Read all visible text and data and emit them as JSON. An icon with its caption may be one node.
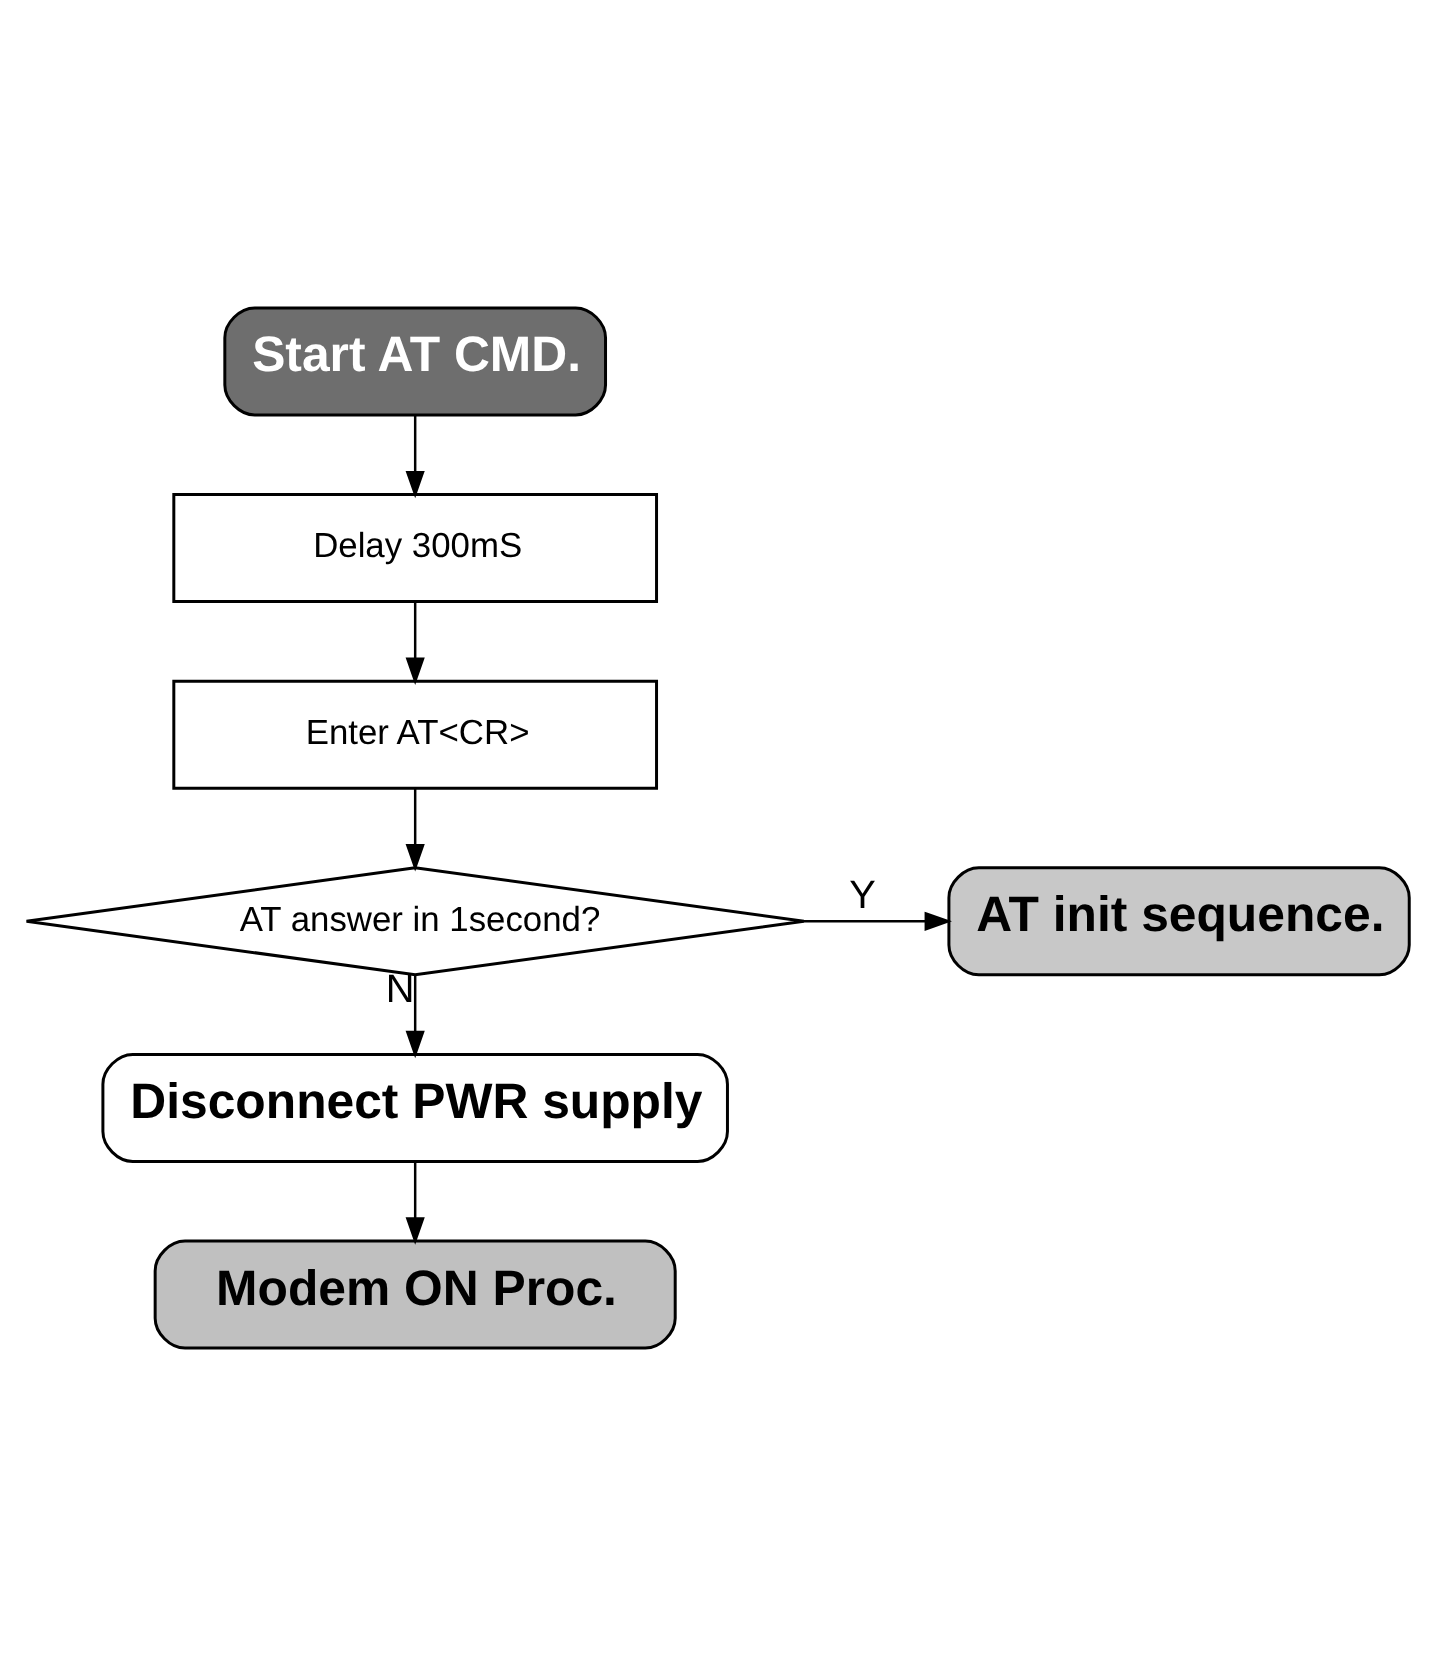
{
  "diagram": {
    "nodes": [
      {
        "text": [
          "Start AT CMD."
        ]
      },
      {
        "text": [
          "Delay 300mS"
        ]
      },
      {
        "text": [
          "Enter AT<CR>"
        ]
      },
      {
        "text": [
          "AT answer in 1second?"
        ]
      },
      {
        "text": [
          "AT init sequence."
        ]
      },
      {
        "text": [
          "Disconnect PWR supply"
        ]
      },
      {
        "text": [
          "Modem ON Proc."
        ]
      }
    ],
    "edges": [
      {
        "from": 0,
        "to": 1,
        "arrow": "to"
      },
      {
        "from": 1,
        "to": 2,
        "arrow": "to"
      },
      {
        "from": 2,
        "to": 3,
        "arrow": "to"
      },
      {
        "from": 3,
        "to": 4,
        "arrow": "to",
        "label": "Y"
      },
      {
        "from": 3,
        "to": 5,
        "arrow": "to",
        "label": "N"
      },
      {
        "from": 5,
        "to": 6,
        "arrow": "to"
      }
    ]
  }
}
